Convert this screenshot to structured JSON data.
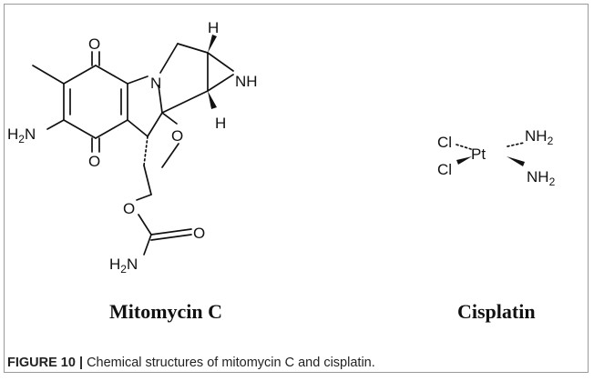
{
  "caption": {
    "figure_label": "FIGURE 10 |",
    "text": "Chemical structures of mitomycin C and cisplatin."
  },
  "molecules": [
    {
      "name": "Mitomycin C",
      "atom_labels": {
        "o_top": "O",
        "o_bottom": "O",
        "n_ring": "N",
        "nh": "NH",
        "h_top": "H",
        "h_bottom": "H",
        "h2n_amine": "H2N",
        "o_methoxy": "O",
        "o_ester": "O",
        "o_carbonyl": "O",
        "h2n_carbamate": "H2N"
      }
    },
    {
      "name": "Cisplatin",
      "atom_labels": {
        "pt": "Pt",
        "cl_top": "Cl",
        "cl_bottom": "Cl",
        "nh2_top": "NH2",
        "nh2_bottom": "NH2"
      }
    }
  ]
}
